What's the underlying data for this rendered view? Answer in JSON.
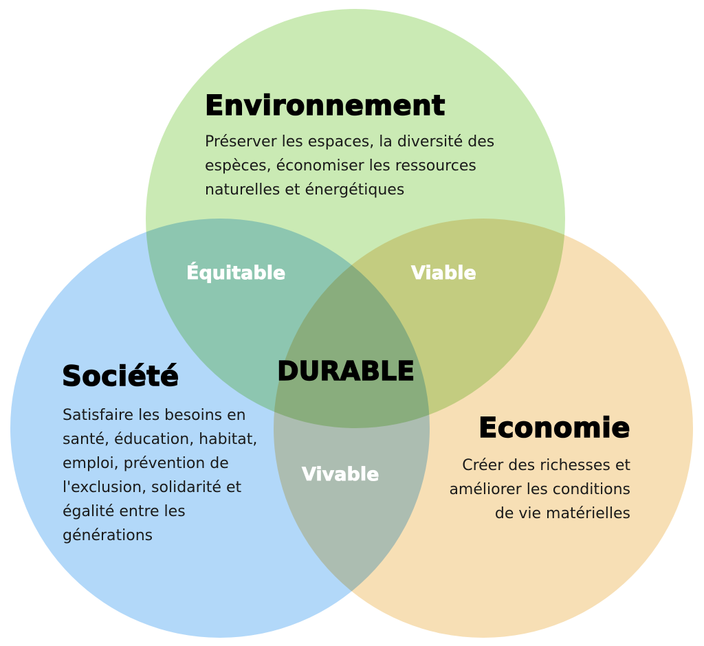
{
  "diagram": {
    "type": "venn-3",
    "colors": {
      "environnement": "#CAEAB4",
      "societe": "#B2D8F9",
      "economie": "#F7DFB5",
      "background": "#FFFFFF"
    },
    "sets": {
      "environnement": {
        "title": "Environnement",
        "description": "Préserver les espaces, la diversité des espèces, économiser les ressources naturelles et énergétiques"
      },
      "societe": {
        "title": "Société",
        "description": "Satisfaire les besoins en santé, éducation, habitat, emploi, prévention de l'exclusion, solidarité et égalité entre les générations"
      },
      "economie": {
        "title": "Economie",
        "description": "Créer des richesses et améliorer les conditions de vie matérielles"
      }
    },
    "overlaps": {
      "environnement_societe": "Équitable",
      "environnement_economie": "Viable",
      "societe_economie": "Vivable"
    },
    "center": "DURABLE"
  }
}
